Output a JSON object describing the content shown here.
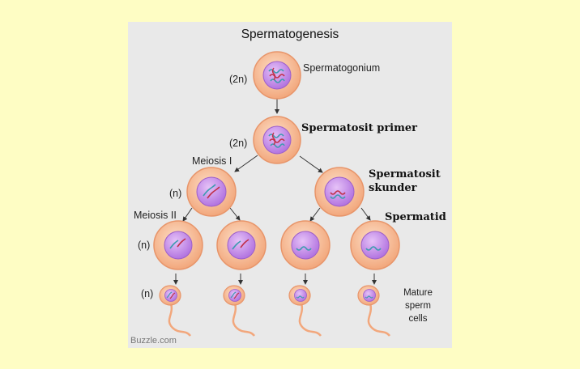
{
  "diagram": {
    "title": "Spermatogenesis",
    "ploidy_2n": "(2n)",
    "ploidy_n": "(n)",
    "stages": {
      "spermatogonium": "Spermatogonium",
      "primary": "Spermatosit primer",
      "secondary_line1": "Spermatosit",
      "secondary_line2": "skunder",
      "spermatid": "Spermatid",
      "mature_line1": "Mature",
      "mature_line2": "sperm",
      "mature_line3": "cells"
    },
    "divisions": {
      "meiosis1": "Meiosis I",
      "meiosis2": "Meiosis II"
    },
    "credit": "Buzzle.com"
  },
  "colors": {
    "background": "#fefdc4",
    "panel": "#e9e9e9",
    "cell_fill": "#f4b48a",
    "cell_stroke": "#e8956a",
    "nucleus_fill": "#c78ce8",
    "nucleus_stroke": "#9d5fc8",
    "chromosome_teal": "#3d9bb0",
    "chromosome_red": "#c0304a"
  }
}
